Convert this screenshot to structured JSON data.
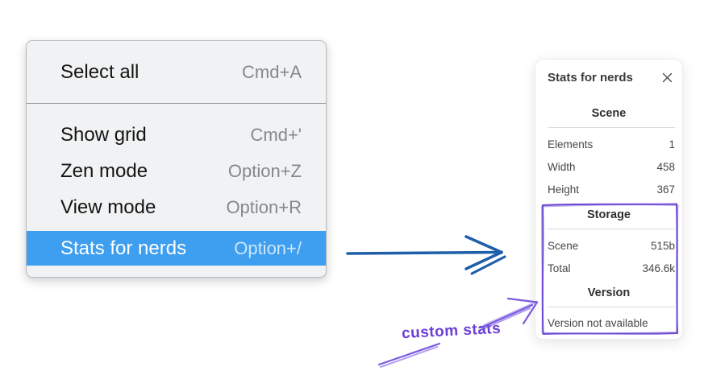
{
  "menu": {
    "items": [
      {
        "label": "Select all",
        "shortcut": "Cmd+A"
      },
      {
        "label": "Show grid",
        "shortcut": "Cmd+'"
      },
      {
        "label": "Zen mode",
        "shortcut": "Option+Z"
      },
      {
        "label": "View mode",
        "shortcut": "Option+R"
      },
      {
        "label": "Stats for nerds",
        "shortcut": "Option+/"
      }
    ],
    "highlighted_item": "Stats for nerds",
    "highlight_color": "#3e9eef"
  },
  "panel": {
    "title": "Stats for nerds",
    "close_icon": "x",
    "sections": [
      {
        "title": "Scene",
        "rows": [
          {
            "label": "Elements",
            "value": "1"
          },
          {
            "label": "Width",
            "value": "458"
          },
          {
            "label": "Height",
            "value": "367"
          }
        ]
      },
      {
        "title": "Storage",
        "rows": [
          {
            "label": "Scene",
            "value": "515b"
          },
          {
            "label": "Total",
            "value": "346.6k"
          }
        ]
      },
      {
        "title": "Version",
        "note": "Version not available"
      }
    ]
  },
  "annotation": {
    "label": "custom stats",
    "text_color": "#6b3fd6",
    "box_color": "#6d4ad3",
    "arrow_color": "#7a5ae0"
  },
  "pointer_arrow_color": "#1f5fa9"
}
